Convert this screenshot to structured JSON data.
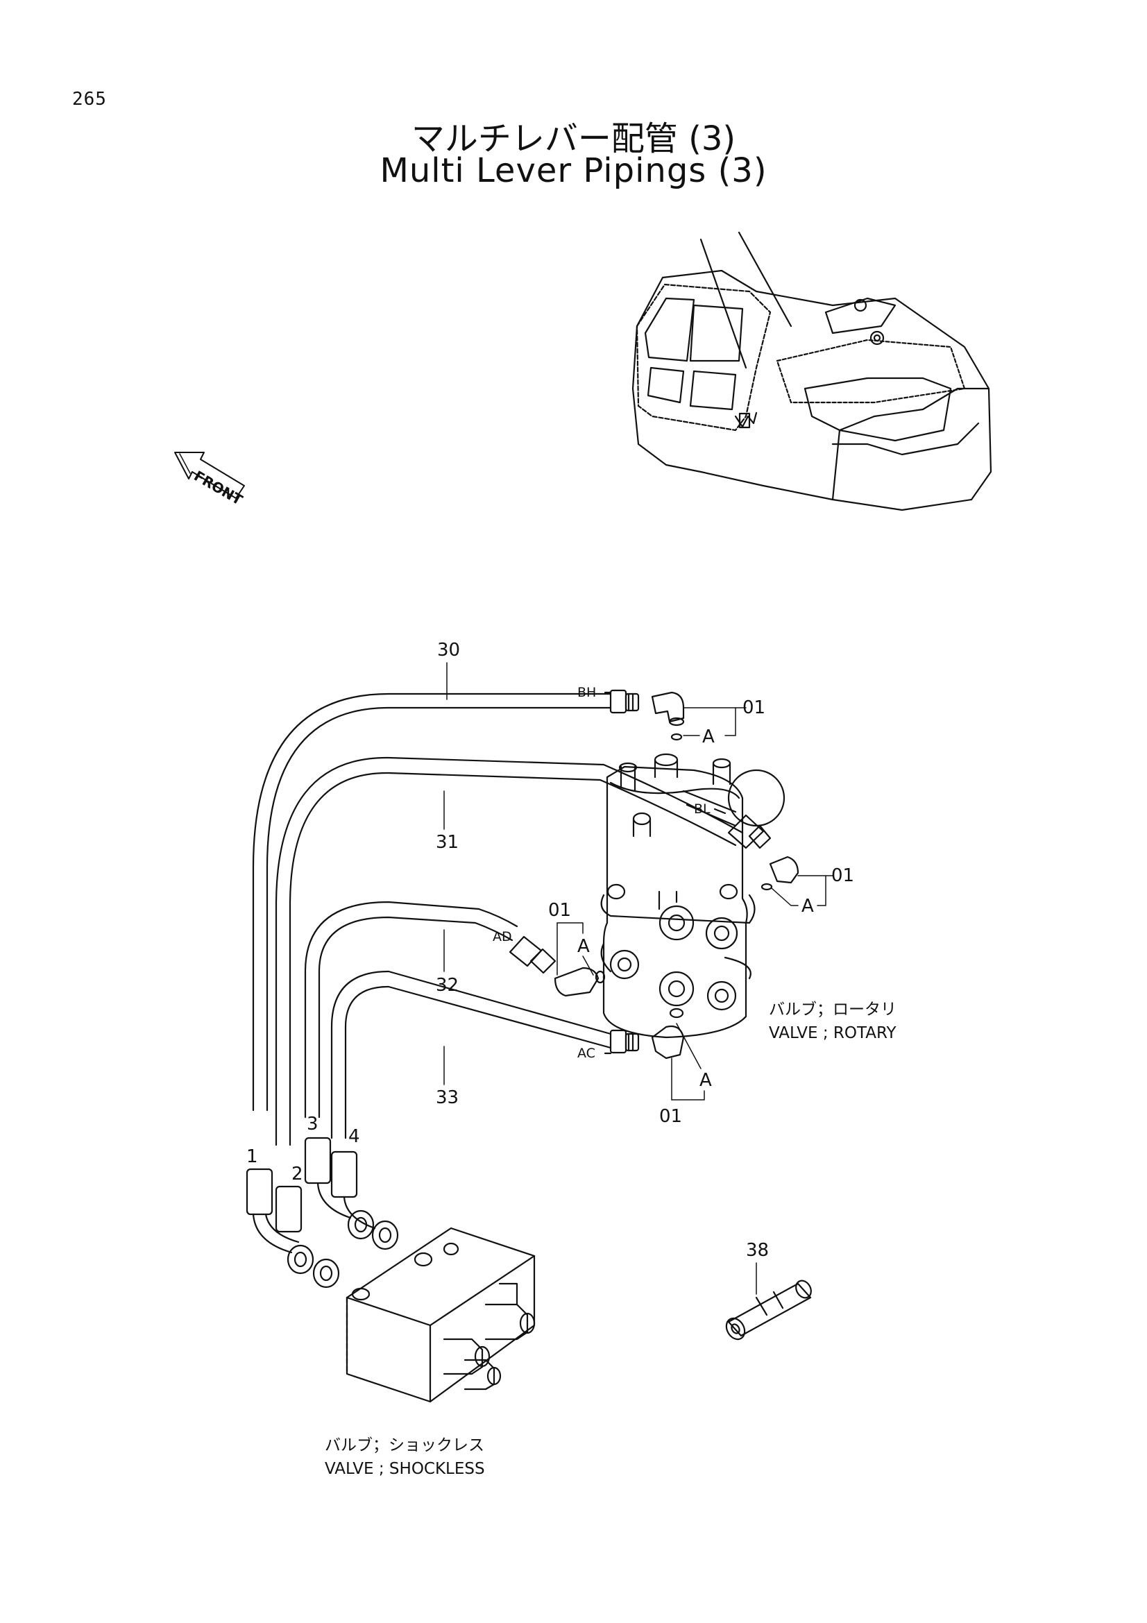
{
  "page": {
    "number": "265"
  },
  "title": {
    "japanese": "マルチレバー配管 (3)",
    "english": "Multi Lever Pipings (3)"
  },
  "front_marker": {
    "label": "FRONT"
  },
  "callouts": {
    "part_30": "30",
    "part_31": "31",
    "part_32": "32",
    "part_33": "33",
    "part_38": "38",
    "part_01_top": "01",
    "part_01_right": "01",
    "part_01_left": "01",
    "part_01_bottom": "01",
    "detail_a_top": "A",
    "detail_a_right": "A",
    "detail_a_left": "A",
    "detail_a_bottom": "A"
  },
  "port_labels": {
    "bh": "BH",
    "bl": "BL",
    "ad": "AD",
    "ac": "AC"
  },
  "pipe_numbers": {
    "p1": "1",
    "p2": "2",
    "p3": "3",
    "p4": "4"
  },
  "components": {
    "rotary_valve_jp": "バルブ；ロータリ",
    "rotary_valve_en": "VALVE ; ROTARY",
    "shockless_valve_jp": "バルブ；ショックレス",
    "shockless_valve_en": "VALVE ; SHOCKLESS"
  }
}
